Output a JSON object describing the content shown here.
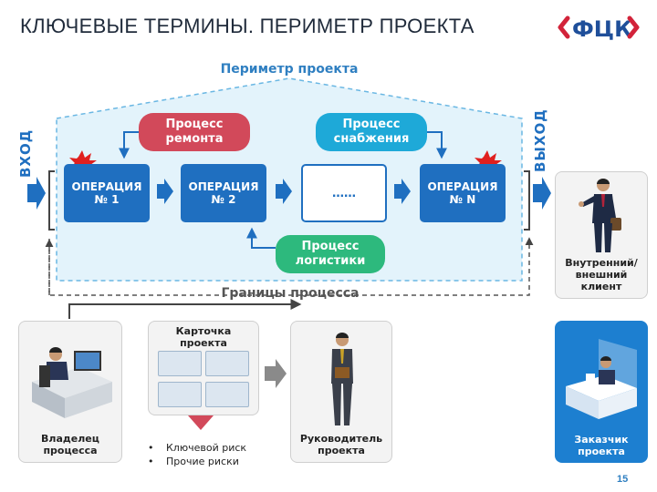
{
  "header": {
    "title": "КЛЮЧЕВЫЕ ТЕРМИНЫ. ПЕРИМЕТР ПРОЕКТА",
    "logo_text": "ФЦК"
  },
  "diagram": {
    "perimeter_label": "Периметр проекта",
    "boundary_label": "Границы процесса",
    "input_label": "ВХОД",
    "output_label": "ВЫХОД",
    "operations": [
      {
        "line1": "ОПЕРАЦИЯ",
        "line2": "№ 1"
      },
      {
        "line1": "ОПЕРАЦИЯ",
        "line2": "№ 2"
      },
      {
        "line1": "……",
        "line2": ""
      },
      {
        "line1": "ОПЕРАЦИЯ",
        "line2": "№ N"
      }
    ],
    "processes": {
      "repair": {
        "line1": "Процесс",
        "line2": "ремонта"
      },
      "supply": {
        "line1": "Процесс",
        "line2": "снабжения"
      },
      "logistics": {
        "line1": "Процесс",
        "line2": "логистики"
      }
    }
  },
  "roles": {
    "client": {
      "line1": "Внутренний/",
      "line2": "внешний",
      "line3": "клиент"
    },
    "owner": {
      "line1": "Владелец",
      "line2": "процесса"
    },
    "card": {
      "line1": "Карточка",
      "line2": "проекта"
    },
    "manager": {
      "line1": "Руководитель",
      "line2": "проекта"
    },
    "customer": {
      "line1": "Заказчик",
      "line2": "проекта"
    }
  },
  "risks": [
    "Ключевой риск",
    "Прочие риски"
  ],
  "footer": {
    "page_number": "15"
  },
  "colors": {
    "primary_blue": "#1f6fc0",
    "perimeter_fill": "#e3f3fb",
    "repair_red": "#d2495a",
    "supply_teal": "#1ea9d8",
    "logistics_green": "#2db97d",
    "customer_blue": "#1d7fd0",
    "logo_red": "#d2233a"
  }
}
